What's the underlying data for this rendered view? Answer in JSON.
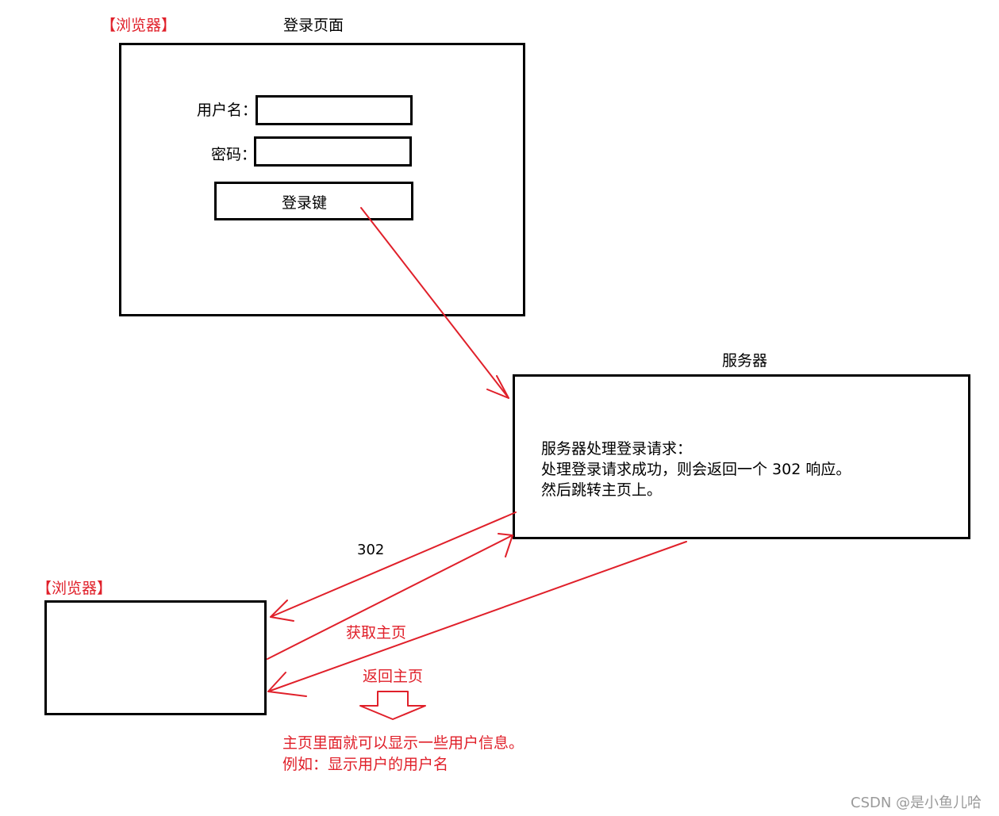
{
  "top_browser": {
    "tag": "【浏览器】",
    "title": "登录页面",
    "username_label": "用户名：",
    "password_label": "密码：",
    "login_button": "登录键"
  },
  "server": {
    "title": "服务器",
    "lines": [
      "服务器处理登录请求：",
      "处理登录请求成功，则会返回一个 302 响应。",
      "然后跳转主页上。"
    ]
  },
  "bottom_browser": {
    "tag": "【浏览器】"
  },
  "arrows": {
    "redirect_label": "302",
    "get_home_label": "获取主页",
    "return_home_label": "返回主页"
  },
  "note": {
    "lines": [
      "主页里面就可以显示一些用户信息。",
      "例如：显示用户的用户名"
    ]
  },
  "watermark": "CSDN @是小鱼儿哈",
  "colors": {
    "annotation": "#e0202a",
    "box_border": "#000000",
    "watermark": "#9a9a9a"
  }
}
